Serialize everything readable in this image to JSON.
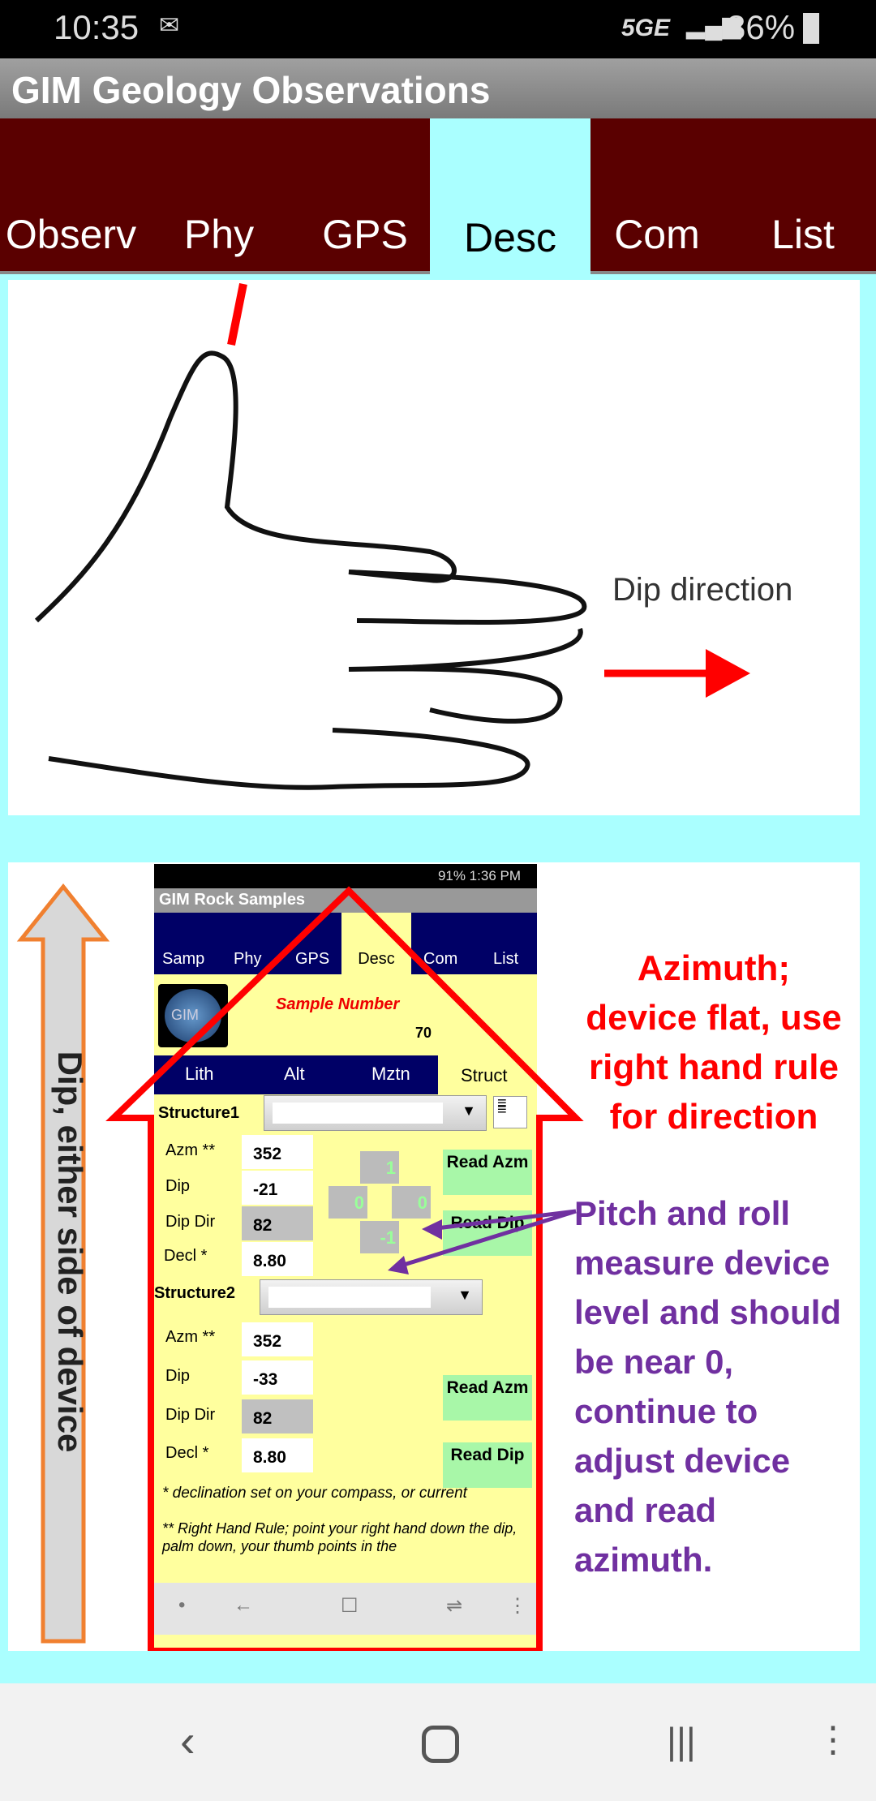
{
  "status_bar": {
    "time": "10:35",
    "network": "5GE",
    "battery": "86%"
  },
  "app": {
    "title": "GIM Geology Observations"
  },
  "tabs": [
    {
      "label": "Observ"
    },
    {
      "label": "Phy"
    },
    {
      "label": "GPS"
    },
    {
      "label": "Desc",
      "active": true
    },
    {
      "label": "Com"
    },
    {
      "label": "List"
    }
  ],
  "figure1": {
    "label": "Dip direction"
  },
  "figure2": {
    "arrow_label": "Dip, either side of device",
    "azimuth_note": [
      "Azimuth;",
      "device flat, use",
      "right hand rule",
      "for direction"
    ],
    "pitch_note": [
      "Pitch and roll",
      "measure device",
      "level and should",
      "be near 0,",
      "continue to",
      "adjust device",
      "and read",
      "azimuth."
    ],
    "inner": {
      "status": "91% 1:36 PM",
      "title": "GIM Rock Samples",
      "tabs": [
        "Samp",
        "Phy",
        "GPS",
        "Desc",
        "Com",
        "List"
      ],
      "logo": "GIM",
      "sample_label": "Sample Number",
      "sample_value": "70",
      "subtabs": [
        "Lith",
        "Alt",
        "Mztn",
        "Struct"
      ],
      "structure1": {
        "label": "Structure1",
        "azm_label": "Azm **",
        "azm": "352",
        "dip_label": "Dip",
        "dip": "-21",
        "dipdir_label": "Dip Dir",
        "dipdir": "82",
        "decl_label": "Decl *",
        "decl": "8.80"
      },
      "level": {
        "top": "1",
        "left": "0",
        "right": "0",
        "bottom": "-1"
      },
      "structure2": {
        "label": "Structure2",
        "azm_label": "Azm **",
        "azm": "352",
        "dip_label": "Dip",
        "dip": "-33",
        "dipdir_label": "Dip Dir",
        "dipdir": "82",
        "decl_label": "Decl *",
        "decl": "8.80"
      },
      "read_azm": "Read Azm",
      "read_dip": "Read Dip",
      "note1": "* declination set on your compass, or current",
      "note2": "** Right Hand Rule; point your right hand down the dip, palm down, your thumb points in the"
    }
  },
  "colors": {
    "tab_bg": "#5a0000",
    "active_tab": "#aaffff",
    "azimuth_text": "#ff0000",
    "pitch_text": "#7030a0"
  }
}
